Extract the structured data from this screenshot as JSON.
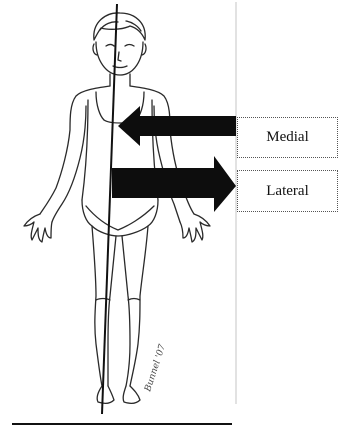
{
  "diagram": {
    "labels": {
      "medial": "Medial",
      "lateral": "Lateral"
    },
    "signature": "Bunnel '07"
  },
  "colors": {
    "line": "#111111",
    "arrow": "#0d0d0d",
    "background": "#ffffff"
  }
}
